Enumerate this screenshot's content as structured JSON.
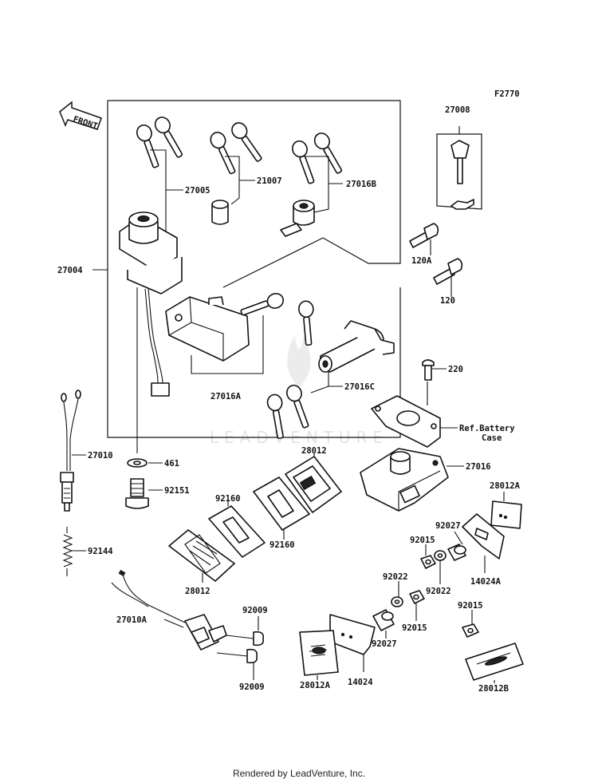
{
  "figure_code": "F2770",
  "front_label": "FRONT",
  "watermark": "LEADVENTURE",
  "footer": "Rendered by LeadVenture, Inc.",
  "labels": {
    "p27005": "27005",
    "p21007": "21007",
    "p27016B": "27016B",
    "p27008": "27008",
    "p27004": "27004",
    "p120A": "120A",
    "p120": "120",
    "p27016A": "27016A",
    "p27016C": "27016C",
    "p220": "220",
    "ref_line1": "Ref.Battery",
    "ref_line2": "Case",
    "p27010": "27010",
    "p461": "461",
    "p28012_top": "28012",
    "p27016": "27016",
    "p92151": "92151",
    "p92160_a": "92160",
    "p92160_b": "92160",
    "p28012A_right": "28012A",
    "p92144": "92144",
    "p92027_a": "92027",
    "p92015_a": "92015",
    "p28012_left": "28012",
    "p92022_a": "92022",
    "p92022_b": "92022",
    "p14024A": "14024A",
    "p92009_a": "92009",
    "p27010A": "27010A",
    "p92015_b": "92015",
    "p92027_b": "92027",
    "p92015_c": "92015",
    "p28012A_bottom": "28012A",
    "p14024": "14024",
    "p92009_b": "92009",
    "p28012B": "28012B"
  }
}
